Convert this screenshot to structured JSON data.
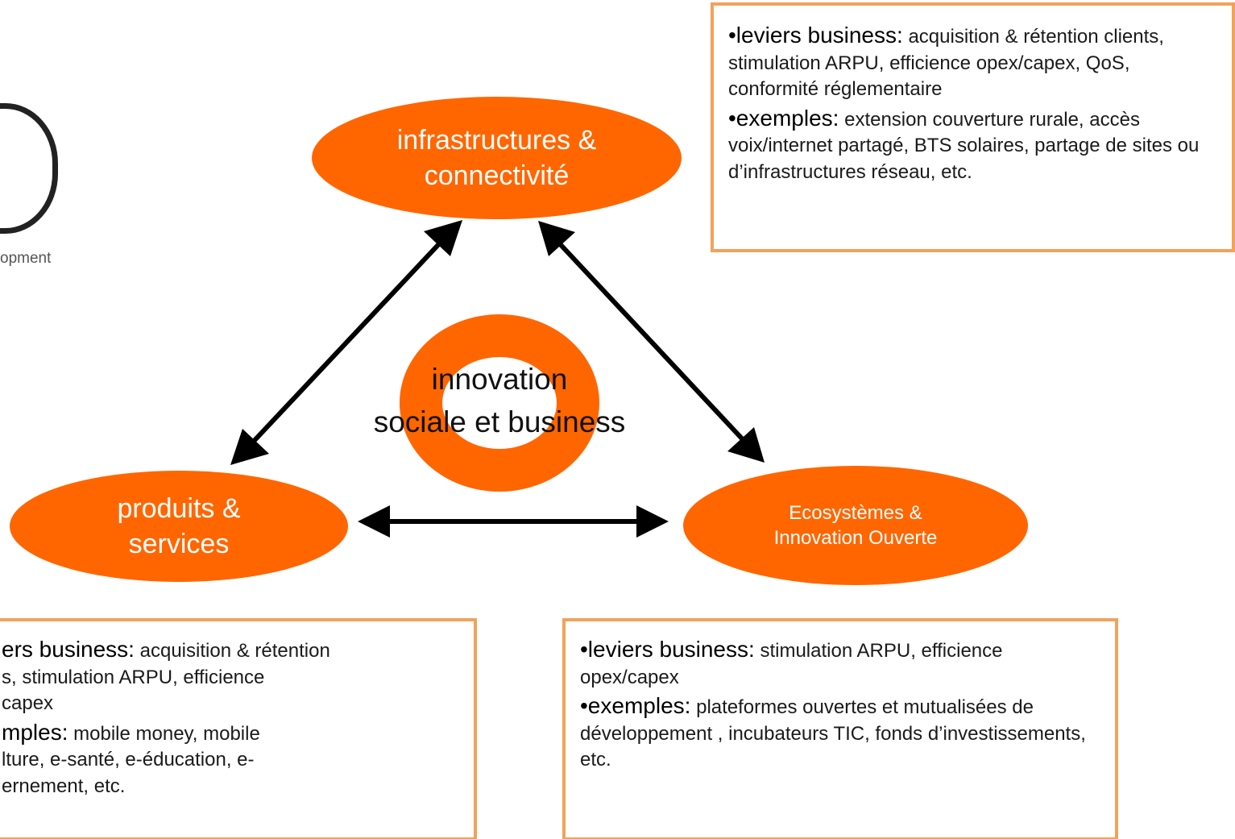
{
  "logo": {
    "fragment": "opment"
  },
  "nodes": {
    "infra": {
      "line1": "infrastructures &",
      "line2": "connectivité"
    },
    "produits": {
      "line1": "produits &",
      "line2": "services"
    },
    "ecosystemes": {
      "line1": "Ecosystèmes &",
      "line2": "Innovation Ouverte"
    }
  },
  "center": {
    "line1": "innovation",
    "line2": "sociale et business"
  },
  "boxes": {
    "infra": {
      "leviers_label": "•leviers business:",
      "leviers_text": "acquisition & rétention clients, stimulation ARPU, efficience opex/capex,  QoS, conformité réglementaire",
      "exemples_label": "•exemples:",
      "exemples_text": "extension couverture rurale, accès voix/internet partagé, BTS solaires, partage de sites ou d’infrastructures réseau, etc."
    },
    "produits": {
      "leviers_label": "ers business:",
      "leviers_text": "acquisition & rétention",
      "line2": "s, stimulation ARPU, efficience",
      "line3": "capex",
      "exemples_label": "mples:",
      "exemples_text": "mobile money, mobile",
      "line5": "lture, e-santé, e-éducation, e-",
      "line6": "ernement, etc."
    },
    "ecosystemes": {
      "leviers_label": "•leviers business:",
      "leviers_text": "stimulation ARPU, efficience opex/capex",
      "exemples_label": "•exemples:",
      "exemples_text": "plateformes ouvertes et mutualisées de développement , incubateurs TIC, fonds d’investissements, etc."
    }
  },
  "colors": {
    "accent": "#ff6600",
    "box_border": "#f2a25c",
    "arrow": "#000000"
  }
}
